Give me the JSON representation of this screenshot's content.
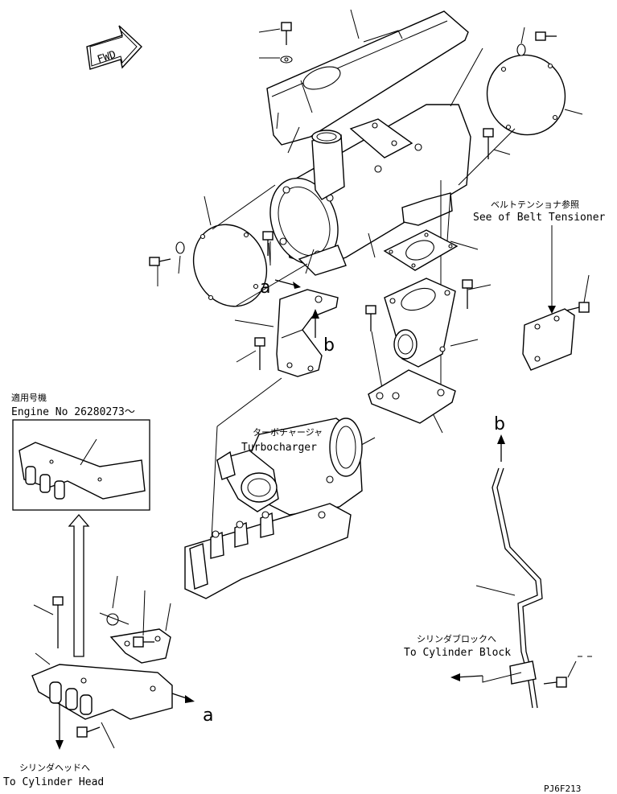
{
  "labels": {
    "fwd": "FWD",
    "belt_jp": "ベルトテンショナ参照",
    "belt_en": "See of Belt Tensioner",
    "applicable_jp": "適用号機",
    "applicable_en": "Engine No 26280273～",
    "turbo_jp": "ターボチャージャ",
    "turbo_en": "Turbocharger",
    "ref_a_upper": "a",
    "ref_b_upper": "b",
    "ref_b_pipe": "b",
    "ref_a_lower": "a",
    "cyl_block_jp": "シリンダブロックへ",
    "cyl_block_en": "To Cylinder Block",
    "cyl_head_jp": "シリンダヘッドへ",
    "cyl_head_en": "To Cylinder Head",
    "drawing_id": "PJ6F213"
  },
  "icons": [
    "fwd-arrow-icon",
    "arrow-up-icon",
    "arrow-down-icon",
    "arrow-left-icon",
    "arrow-right-icon"
  ]
}
